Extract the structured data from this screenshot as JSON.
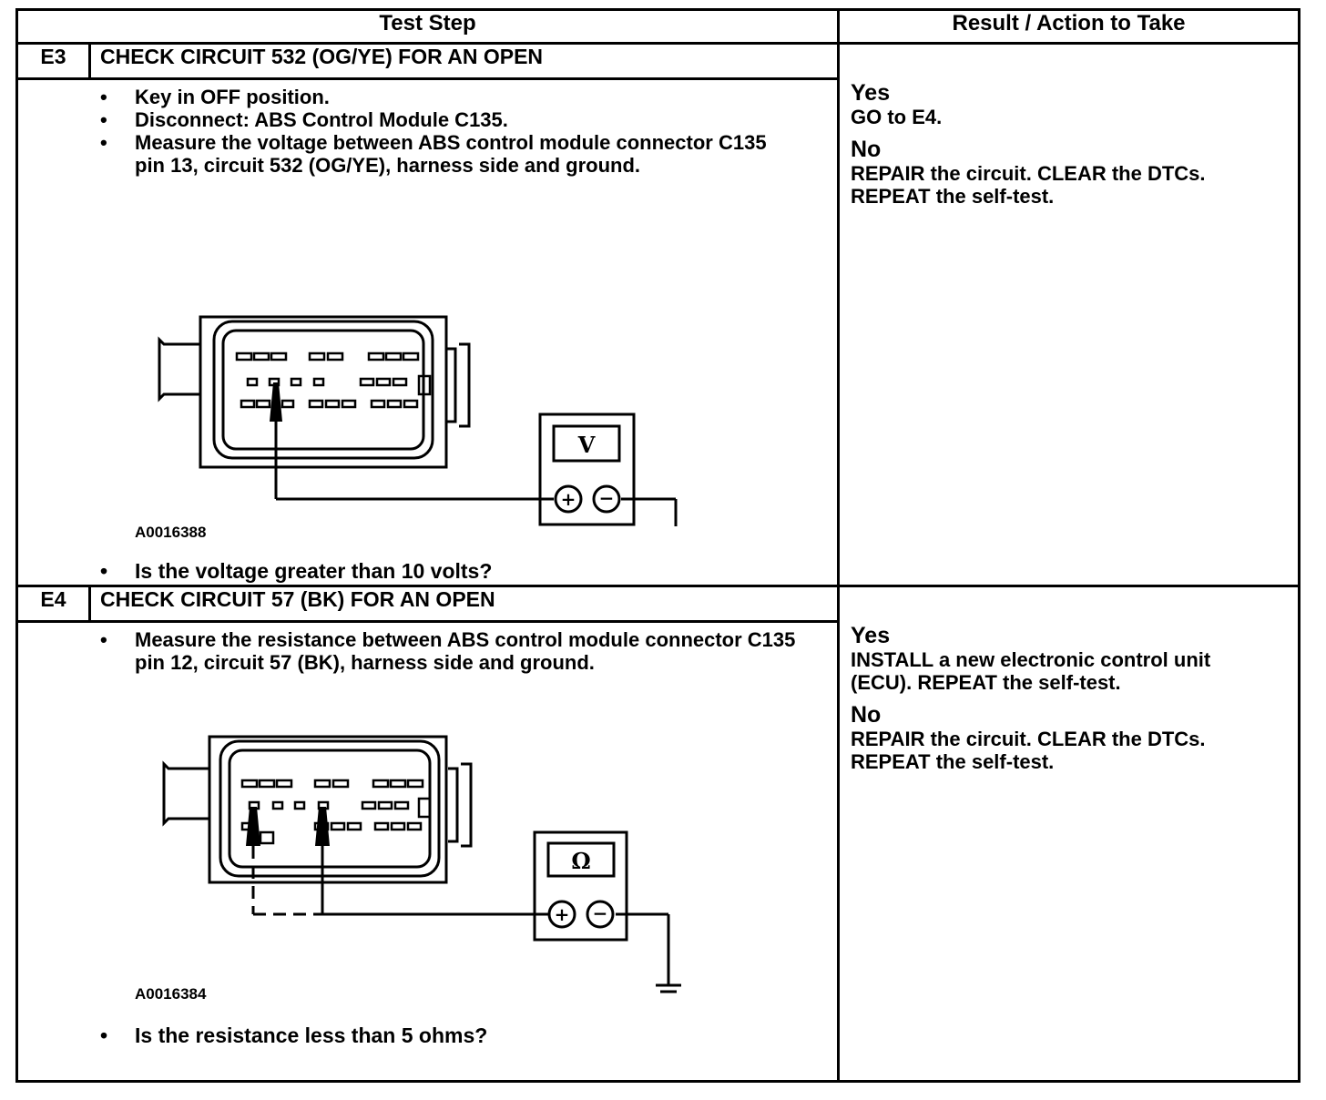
{
  "header": {
    "test_step": "Test Step",
    "result_action": "Result / Action to Take"
  },
  "rows": [
    {
      "id": "E3",
      "title": "CHECK CIRCUIT 532 (OG/YE) FOR AN OPEN",
      "steps": [
        "Key in OFF position.",
        "Disconnect: ABS Control Module C135.",
        "Measure the voltage between ABS control module connector C135 pin 13, circuit 532 (OG/YE), harness side and ground."
      ],
      "figure_id": "A0016388",
      "meter_symbol": "V",
      "question": "Is the voltage greater than 10 volts?",
      "yes_label": "Yes",
      "yes_action": "GO to E4.",
      "no_label": "No",
      "no_action": "REPAIR the circuit. CLEAR the DTCs. REPEAT the self-test."
    },
    {
      "id": "E4",
      "title": "CHECK CIRCUIT 57 (BK) FOR AN OPEN",
      "steps": [
        "Measure the resistance between ABS control module connector C135 pin 12, circuit 57 (BK), harness side and ground."
      ],
      "figure_id": "A0016384",
      "meter_symbol": "Ω",
      "question": "Is the resistance less than 5 ohms?",
      "yes_label": "Yes",
      "yes_action": "INSTALL a new electronic control unit (ECU). REPEAT the self-test.",
      "no_label": "No",
      "no_action": "REPAIR the circuit. CLEAR the DTCs. REPEAT the self-test."
    }
  ],
  "bullet": "•"
}
